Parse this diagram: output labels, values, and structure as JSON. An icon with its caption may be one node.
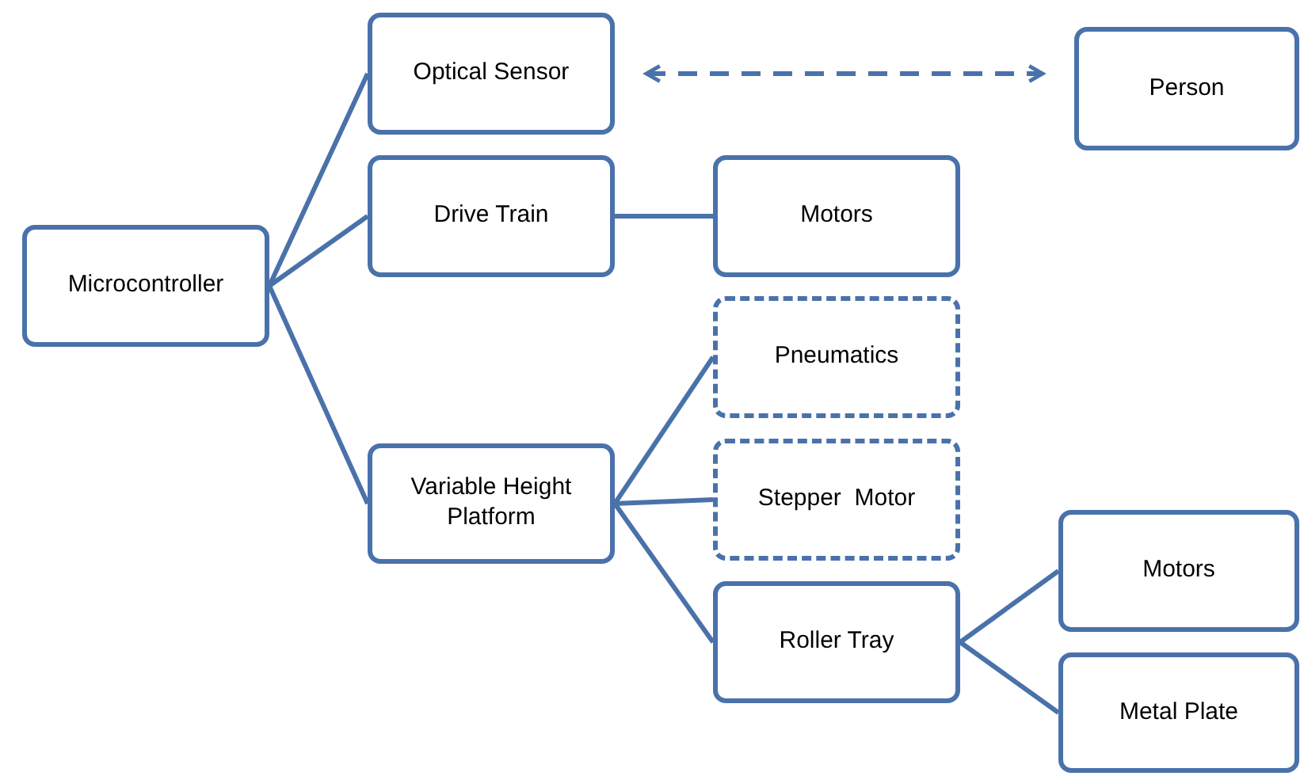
{
  "diagram": {
    "nodes": [
      {
        "text": [
          "Microcontroller"
        ]
      },
      {
        "text": [
          "Optical Sensor"
        ]
      },
      {
        "text": [
          "Drive Train"
        ]
      },
      {
        "text": [
          "Motors"
        ]
      },
      {
        "text": [
          "Person"
        ]
      },
      {
        "text": [
          "Variable Height Platform"
        ]
      },
      {
        "text": [
          "Pneumatics"
        ]
      },
      {
        "text": [
          "Stepper  Motor"
        ]
      },
      {
        "text": [
          "Roller Tray"
        ]
      },
      {
        "text": [
          "Motors"
        ]
      },
      {
        "text": [
          "Metal Plate"
        ]
      }
    ],
    "edges": [
      {
        "from": 0,
        "to": 1,
        "arrow": "none"
      },
      {
        "from": 0,
        "to": 2,
        "arrow": "none"
      },
      {
        "from": 0,
        "to": 5,
        "arrow": "none"
      },
      {
        "from": 2,
        "to": 3,
        "arrow": "none"
      },
      {
        "from": 5,
        "to": 6,
        "arrow": "none"
      },
      {
        "from": 5,
        "to": 7,
        "arrow": "none"
      },
      {
        "from": 5,
        "to": 8,
        "arrow": "none"
      },
      {
        "from": 8,
        "to": 9,
        "arrow": "none"
      },
      {
        "from": 8,
        "to": 10,
        "arrow": "none"
      },
      {
        "from": 1,
        "to": 4,
        "arrow": "both",
        "style": "dashed"
      }
    ]
  }
}
